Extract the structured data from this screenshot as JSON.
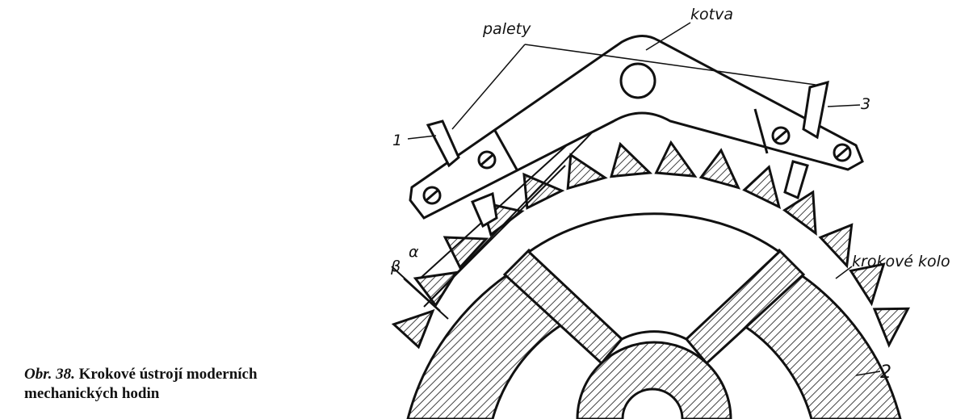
{
  "labels": {
    "pallets": "palety",
    "anchor": "kotva",
    "pallet_1": "1",
    "pallet_3": "3",
    "escape_wheel": "krokové kolo",
    "wheel_2": "2",
    "alpha": "α",
    "beta": "β"
  },
  "caption": {
    "number": "Obr. 38.",
    "line1": "Krokové ústrojí moderních",
    "line2": "mechanických hodin"
  },
  "colors": {
    "ink": "#111111",
    "paper": "#ffffff"
  }
}
